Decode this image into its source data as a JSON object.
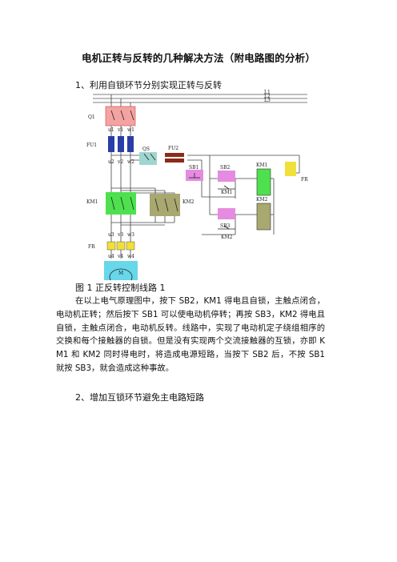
{
  "title": "电机正转与反转的几种解决方法（附电路图的分析）",
  "section1": "1、利用自锁环节分别实现正转与反转",
  "figure": {
    "caption": "图 1 正反转控制线路 1",
    "labels": {
      "L1": "L1",
      "L2": "L2",
      "L3": "L3",
      "Q1": "Q1",
      "FU1": "FU1",
      "FU2": "FU2",
      "QS": "QS",
      "SB1": "SB1",
      "SB2": "SB2",
      "SB3": "SB3",
      "KM1": "KM1",
      "KM2": "KM2",
      "FR": "FR",
      "M": "M",
      "u1": "u1",
      "v1": "v1",
      "w1": "w1",
      "u2": "u2",
      "v2": "v2",
      "w2": "w2",
      "u3": "u3",
      "v3": "v3",
      "w3": "w3",
      "u4": "u4",
      "v4": "v4",
      "w4": "w4"
    },
    "colors": {
      "q1": "#f4a3a3",
      "fu1": "#2a3ea8",
      "qs": "#9fd6cf",
      "fu2": "#8a2c1a",
      "sb1": "#e58be0",
      "km1": "#4fe04f",
      "km2": "#a8a870",
      "fr": "#f2e03a",
      "motor": "#67d7ea"
    }
  },
  "paragraph": "在以上电气原理图中，按下 SB2，KM1 得电且自锁，主触点闭合，电动机正转；然后按下 SB1 可以使电动机停转；再按 SB3，KM2 得电且自锁，主触点闭合，电动机反转。线路中，实现了电动机定子绕组相序的交换和每个接触器的自锁。但是没有实现两个交流接触器的互锁，亦即 KM1 和 KM2 同时得电时，将造成电源短路，当按下 SB2 后，不按 SB1 就按 SB3，就会造成这种事故。",
  "section2": "2、增加互锁环节避免主电路短路"
}
